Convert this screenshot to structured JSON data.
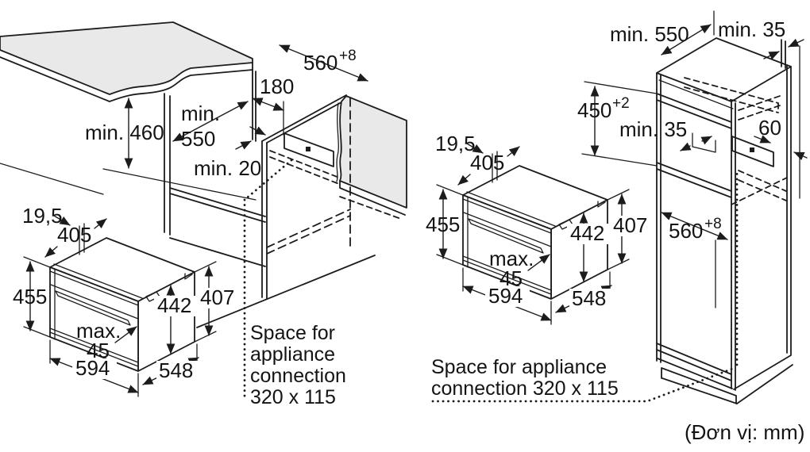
{
  "unit_note": "(Đơn vị: mm)",
  "left": {
    "height_min": "min. 460",
    "depth_min_line1": "min.",
    "depth_min_line2": "550",
    "vent_offset": "180",
    "niche_width": "560",
    "niche_width_tol": "+8",
    "back_gap": "min. 20",
    "note_line1": "Space for",
    "note_line2": "appliance",
    "note_line3": "connection",
    "note_line4": "320 x 115"
  },
  "right": {
    "depth_min": "min. 550",
    "top_gap": "min. 35",
    "niche_height": "450",
    "niche_height_tol": "+2",
    "back_gap": "min. 35",
    "vent_width": "60",
    "niche_width": "560",
    "niche_width_tol": "+8",
    "note_line1": "Space for appliance",
    "note_line2": "connection 320 x 115"
  },
  "oven": {
    "front_offset": "19,5",
    "top_depth": "405",
    "height_front": "455",
    "height_back": "442",
    "rear_height": "407",
    "handle_max_line1": "max.",
    "handle_max_line2": "45",
    "width_front": "594",
    "depth_side": "548"
  }
}
